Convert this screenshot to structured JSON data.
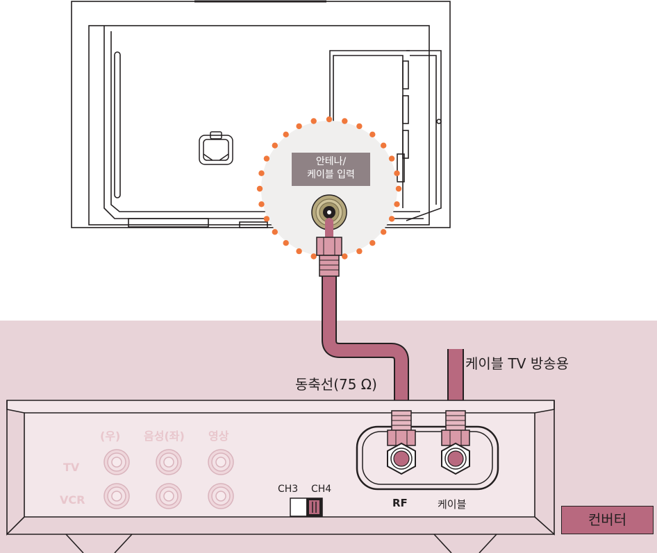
{
  "antenna_input_label": [
    "안테나/",
    "케이블 입력"
  ],
  "cable_broadcast_label": "케이블 TV 방송용",
  "coax_label": "동축선(75 Ω)",
  "converter": {
    "audio_right_label": "(우)",
    "audio_left_label": "음성(좌)",
    "video_label": "영상",
    "tv_row_label": "TV",
    "vcr_row_label": "VCR",
    "ch3_label": "CH3",
    "ch4_label": "CH4",
    "rf_label": "RF",
    "cable_in_label": "케이블",
    "name": "컨버터"
  },
  "colors": {
    "background_band": "#e8d3d8",
    "cable": "#b8697f",
    "callout_dots": "#f0783c",
    "outline": "#231f20"
  }
}
